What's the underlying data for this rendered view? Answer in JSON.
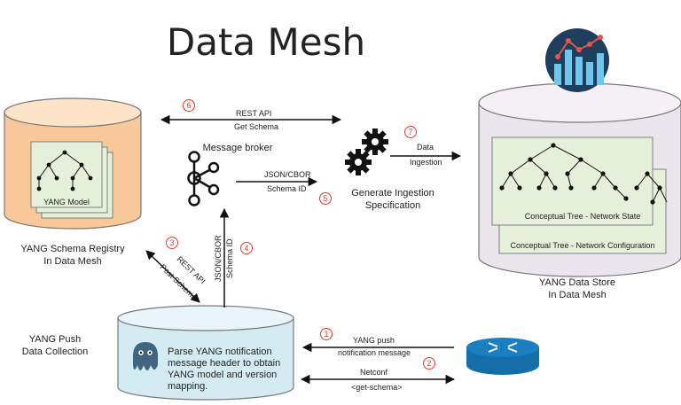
{
  "title": "Data Mesh",
  "registry": {
    "card_label": "YANG Model",
    "caption_line1": "YANG Schema Registry",
    "caption_line2": "In Data Mesh",
    "fill_color": "#f8c89a",
    "top_color": "#fde3c8"
  },
  "broker": {
    "label": "Message broker"
  },
  "ingestion": {
    "label_line1": "Generate Ingestion",
    "label_line2": "Specification"
  },
  "datastore": {
    "tree_state_label": "Conceptual Tree - Network State",
    "tree_config_label": "Conceptual Tree - Network Configuration",
    "caption_line1": "YANG Data Store",
    "caption_line2": "In Data Mesh",
    "fill_color": "#ebe5ee",
    "card_color": "#e6efd9"
  },
  "collection": {
    "side_line1": "YANG Push",
    "side_line2": "Data Collection",
    "text_line1": "Parse YANG notification",
    "text_line2": "message header to obtain",
    "text_line3": "YANG model and version",
    "text_line4": "mapping.",
    "fill_color": "#d5ebf3"
  },
  "steps": [
    {
      "number": "1",
      "line1": "YANG push",
      "line2": "notification message"
    },
    {
      "number": "2",
      "line1": "Netconf",
      "line2": "<get-schema>"
    },
    {
      "number": "3",
      "line1": "REST API",
      "line2": "Post Schema"
    },
    {
      "number": "4",
      "line1": "JSON/CBOR",
      "line2": "Schema ID"
    },
    {
      "number": "5",
      "line1": "JSON/CBOR",
      "line2": "Schema ID"
    },
    {
      "number": "6",
      "line1": "REST API",
      "line2": "Get Schema"
    },
    {
      "number": "7",
      "line1": "Data",
      "line2": "Ingestion"
    }
  ],
  "icons": {
    "chart": "bar-chart-icon",
    "router": "router-icon",
    "broker": "kafka-icon",
    "gears": "gears-icon",
    "octopus": "octopus-icon"
  },
  "colors": {
    "step_number": "#e03a2e",
    "router": "#1a7fc1",
    "chart_bg": "#1f3d5c"
  }
}
